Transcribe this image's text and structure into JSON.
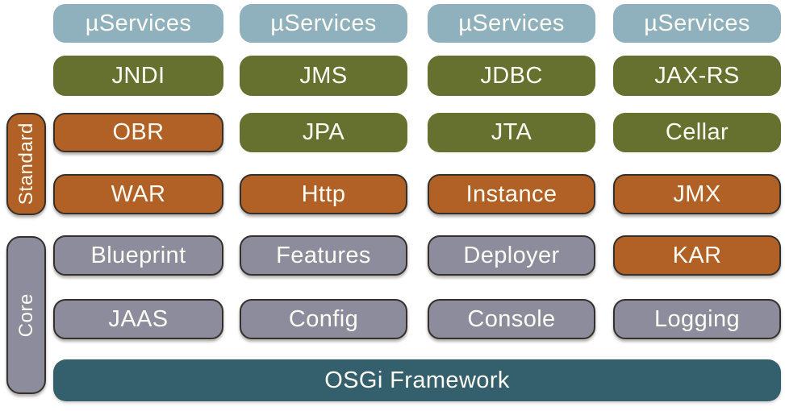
{
  "palette": {
    "blue": "#8FB0BD",
    "green": "#66702F",
    "orange": "#B26126",
    "gray": "#8D8C9C",
    "teal": "#34606E",
    "ink": "#35302B",
    "text": "#FCFCF4"
  },
  "sidebar": {
    "standard_label": "Standard",
    "core_label": "Core"
  },
  "grid": {
    "rows": [
      {
        "cells": [
          {
            "label": "µServices"
          },
          {
            "label": "µServices"
          },
          {
            "label": "µServices"
          },
          {
            "label": "µServices"
          }
        ]
      },
      {
        "cells": [
          {
            "label": "JNDI"
          },
          {
            "label": "JMS"
          },
          {
            "label": "JDBC"
          },
          {
            "label": "JAX-RS"
          }
        ]
      },
      {
        "cells": [
          {
            "label": "OBR"
          },
          {
            "label": "JPA"
          },
          {
            "label": "JTA"
          },
          {
            "label": "Cellar"
          }
        ]
      },
      {
        "cells": [
          {
            "label": "WAR"
          },
          {
            "label": "Http"
          },
          {
            "label": "Instance"
          },
          {
            "label": "JMX"
          }
        ]
      },
      {
        "cells": [
          {
            "label": "Blueprint"
          },
          {
            "label": "Features"
          },
          {
            "label": "Deployer"
          },
          {
            "label": "KAR"
          }
        ]
      },
      {
        "cells": [
          {
            "label": "JAAS"
          },
          {
            "label": "Config"
          },
          {
            "label": "Console"
          },
          {
            "label": "Logging"
          }
        ]
      }
    ]
  },
  "framework": {
    "label": "OSGi Framework"
  }
}
